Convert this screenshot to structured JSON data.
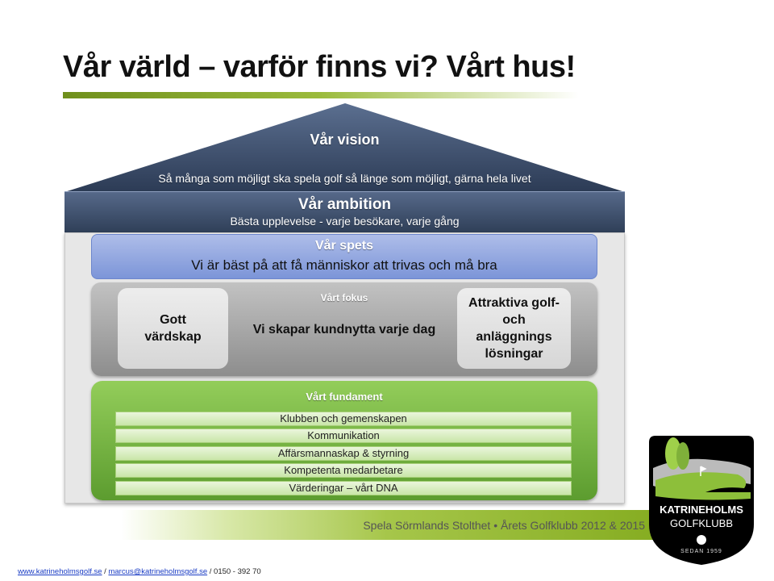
{
  "title": "Vår värld – varför finns vi? Vårt hus!",
  "vision": {
    "heading": "Vår vision",
    "text": "Så många som möjligt ska spela golf så länge som möjligt, gärna hela livet"
  },
  "ambition": {
    "heading": "Vår ambition",
    "text": "Bästa upplevelse - varje besökare, varje gång"
  },
  "spets": {
    "heading": "Vår spets",
    "text": "Vi är bäst på att få människor att trivas och må bra"
  },
  "fokus": {
    "heading": "Vårt fokus",
    "text": "Vi skapar kundnytta varje dag",
    "left": "Gott värdskap",
    "right": "Attraktiva golf- och anläggnings lösningar"
  },
  "fundament": {
    "heading": "Vårt fundament",
    "items": [
      "Klubben och gemenskapen",
      "Kommunikation",
      "Affärsmannaskap & styrning",
      "Kompetenta medarbetare",
      "Värderingar – vårt DNA"
    ]
  },
  "footer": {
    "tagline": "Spela Sörmlands Stolthet • Årets Golfklubb 2012 & 2015",
    "website": "www.katrineholmsgolf.se",
    "email": "marcus@katrineholmsgolf.se",
    "phone": "0150 - 392 70",
    "sep": " / "
  },
  "logo": {
    "name": "KATRINEHOLMS",
    "sub": "GOLFKLUBB",
    "since": "SEDAN 1959"
  }
}
